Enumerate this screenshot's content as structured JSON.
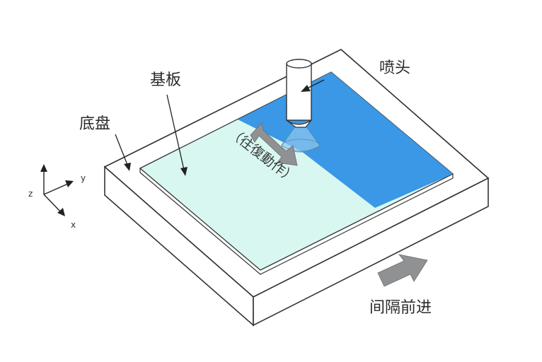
{
  "labels": {
    "nozzle": "喷头",
    "substrate": "基板",
    "base": "底盘",
    "reciprocating": "（往復動作）",
    "advance": "间隔前进"
  },
  "axes": {
    "y": "y",
    "z": "z",
    "x": "x"
  },
  "colors": {
    "coated": "#3a98e6",
    "substrate": "#d8f7f1",
    "base_top": "#ffffff",
    "stroke": "#333333",
    "arrow_gray": "#8f9193"
  }
}
